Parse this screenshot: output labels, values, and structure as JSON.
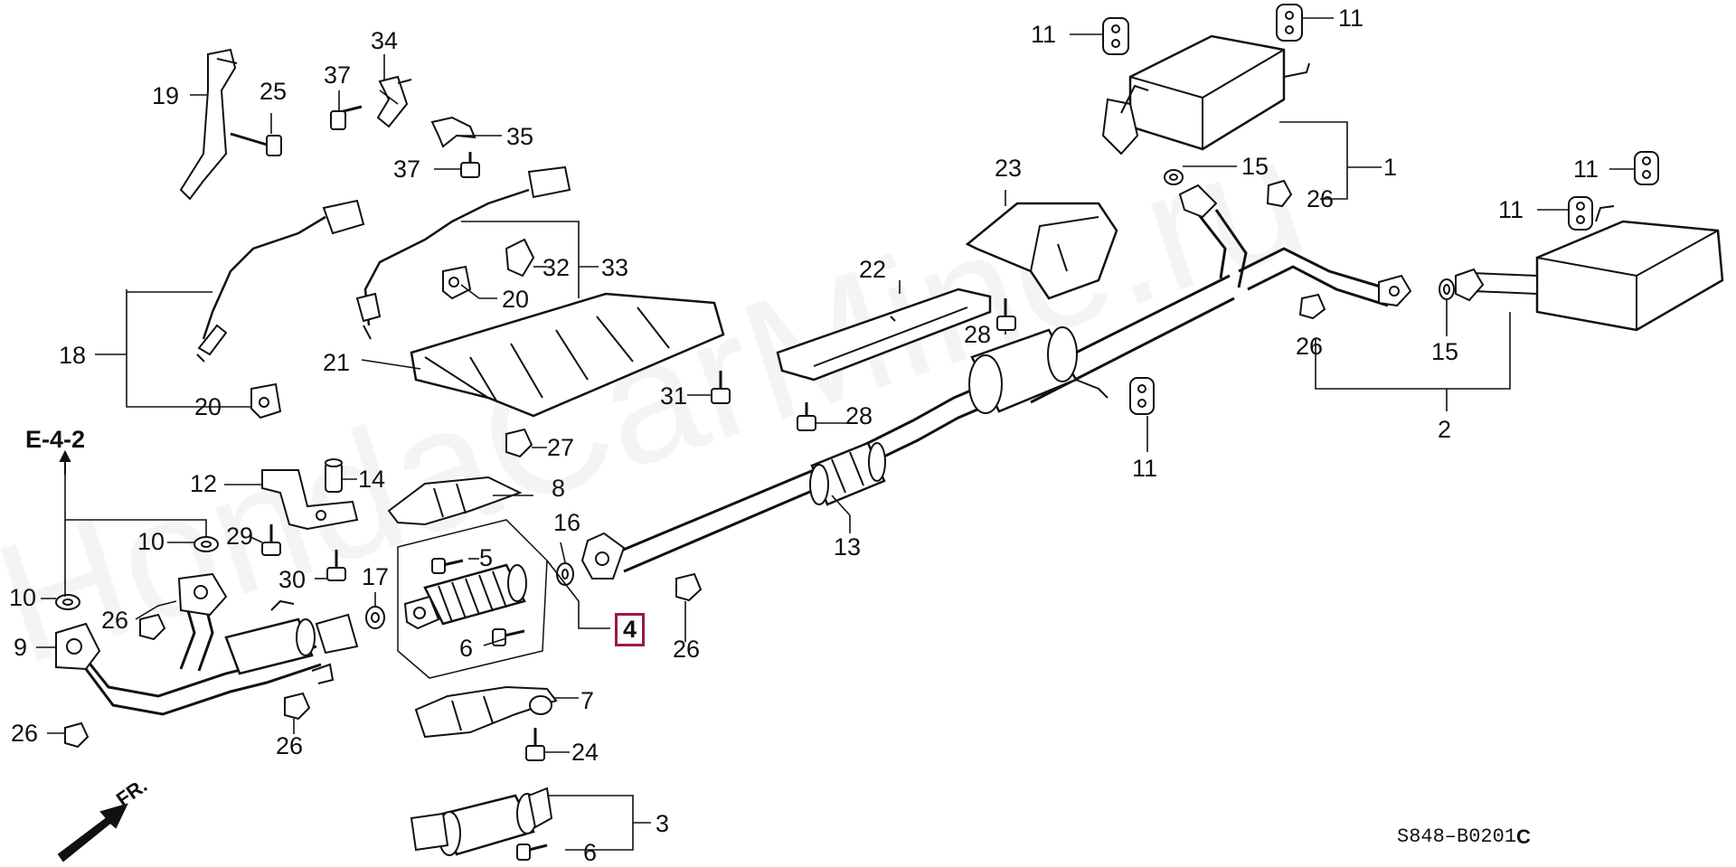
{
  "diagram": {
    "section_ref": "E-4-2",
    "direction": "FR.",
    "drawing_code": "S848–B0201",
    "drawing_code_suffix": "C",
    "watermark": "HondaCarMine.ru",
    "highlight_color": "#9b1b3a",
    "callouts": {
      "c1": "1",
      "c2": "2",
      "c3": "3",
      "c4": "4",
      "c5": "5",
      "c6a": "6",
      "c6b": "6",
      "c7": "7",
      "c8": "8",
      "c9": "9",
      "c10a": "10",
      "c10b": "10",
      "c11a": "11",
      "c11b": "11",
      "c11c": "11",
      "c11d": "11",
      "c11e": "11",
      "c12": "12",
      "c13": "13",
      "c14": "14",
      "c15a": "15",
      "c15b": "15",
      "c16": "16",
      "c17": "17",
      "c18": "18",
      "c19": "19",
      "c20a": "20",
      "c20b": "20",
      "c21": "21",
      "c22": "22",
      "c23": "23",
      "c24": "24",
      "c25": "25",
      "c26a": "26",
      "c26b": "26",
      "c26c": "26",
      "c26d": "26",
      "c26e": "26",
      "c26f": "26",
      "c27": "27",
      "c28a": "28",
      "c28b": "28",
      "c29": "29",
      "c30": "30",
      "c31": "31",
      "c32": "32",
      "c33": "33",
      "c34": "34",
      "c35": "35",
      "c37a": "37",
      "c37b": "37"
    }
  }
}
